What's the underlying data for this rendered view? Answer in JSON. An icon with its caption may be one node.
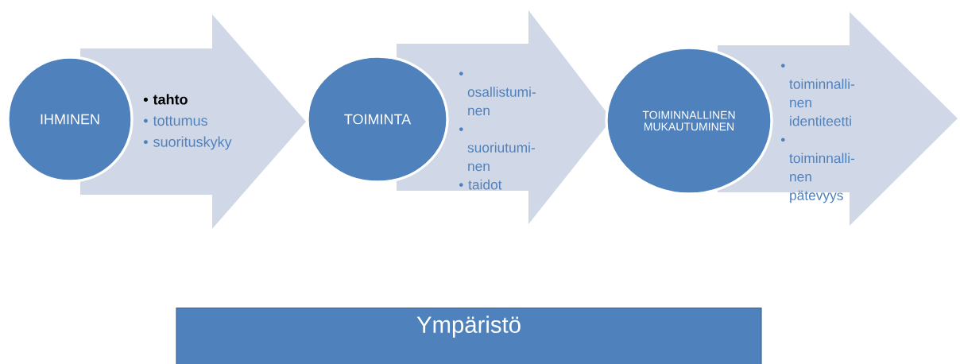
{
  "diagram": {
    "nodes": [
      {
        "text": [
          "IHMINEN"
        ]
      },
      {
        "text": [
          "• tahto",
          "• tottumus",
          "• suorituskyky"
        ]
      },
      {
        "text": [
          "TOIMINTA"
        ]
      },
      {
        "text": [
          "• osallistumi- nen",
          "• suoriutumi- nen",
          "• taidot"
        ]
      },
      {
        "text": [
          "TOIMINNALLINEN MUKAUTUMINEN"
        ]
      },
      {
        "text": [
          "• toiminnalli- nen identiteetti",
          "• toiminnalli- nen pätevyys"
        ]
      },
      {
        "text": [
          "Ympäristö"
        ]
      }
    ]
  }
}
